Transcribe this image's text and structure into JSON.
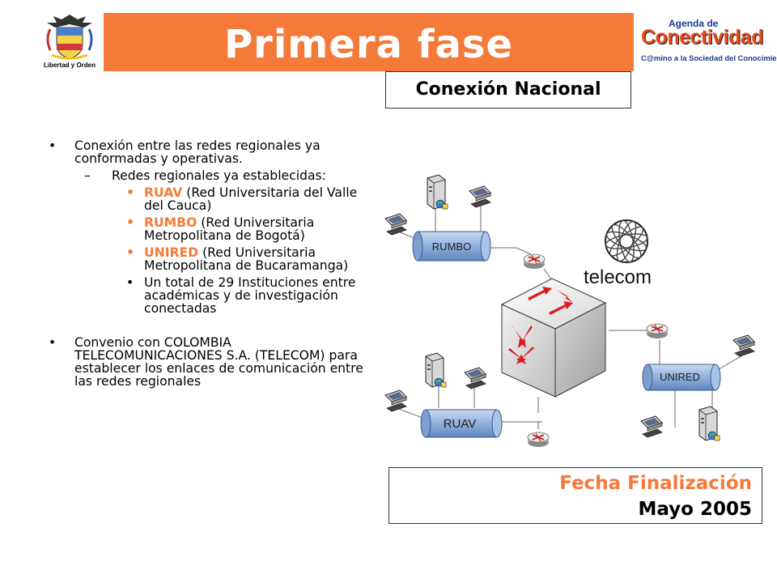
{
  "header": {
    "title": "Primera fase",
    "subtitle": "Conexión Nacional",
    "left_logo_caption": "Libertad y Orden",
    "right_logo": {
      "top": "Agenda de",
      "main": "Conectividad",
      "tagline": "C@mino a la Sociedad del Conocimiento"
    }
  },
  "content": {
    "bullet1": "Conexión entre las redes regionales ya conformadas y operativas.",
    "sub1": "Redes regionales ya establecidas:",
    "networks": [
      {
        "name": "RUAV",
        "desc": " (Red Universitaria del Valle del Cauca)"
      },
      {
        "name": "RUMBO",
        "desc": " (Red Universitaria Metropolitana de Bogotá)"
      },
      {
        "name": "UNIRED",
        "desc": " (Red Universitaria Metropolitana de Bucaramanga)"
      }
    ],
    "total": "Un total de 29 Instituciones entre académicas y de investigación conectadas",
    "bullet2": "Convenio con COLOMBIA TELECOMUNICACIONES S.A. (TELECOM) para establecer los enlaces de comunicación entre las redes regionales"
  },
  "diagram": {
    "rumbo": "RUMBO",
    "ruav": "RUAV",
    "unired": "UNIRED",
    "telecom": "telecom"
  },
  "fecha": {
    "label": "Fecha Finalización",
    "value": "Mayo 2005"
  },
  "colors": {
    "accent": "#f47a3a",
    "network_blue": "#8fb0dc"
  }
}
